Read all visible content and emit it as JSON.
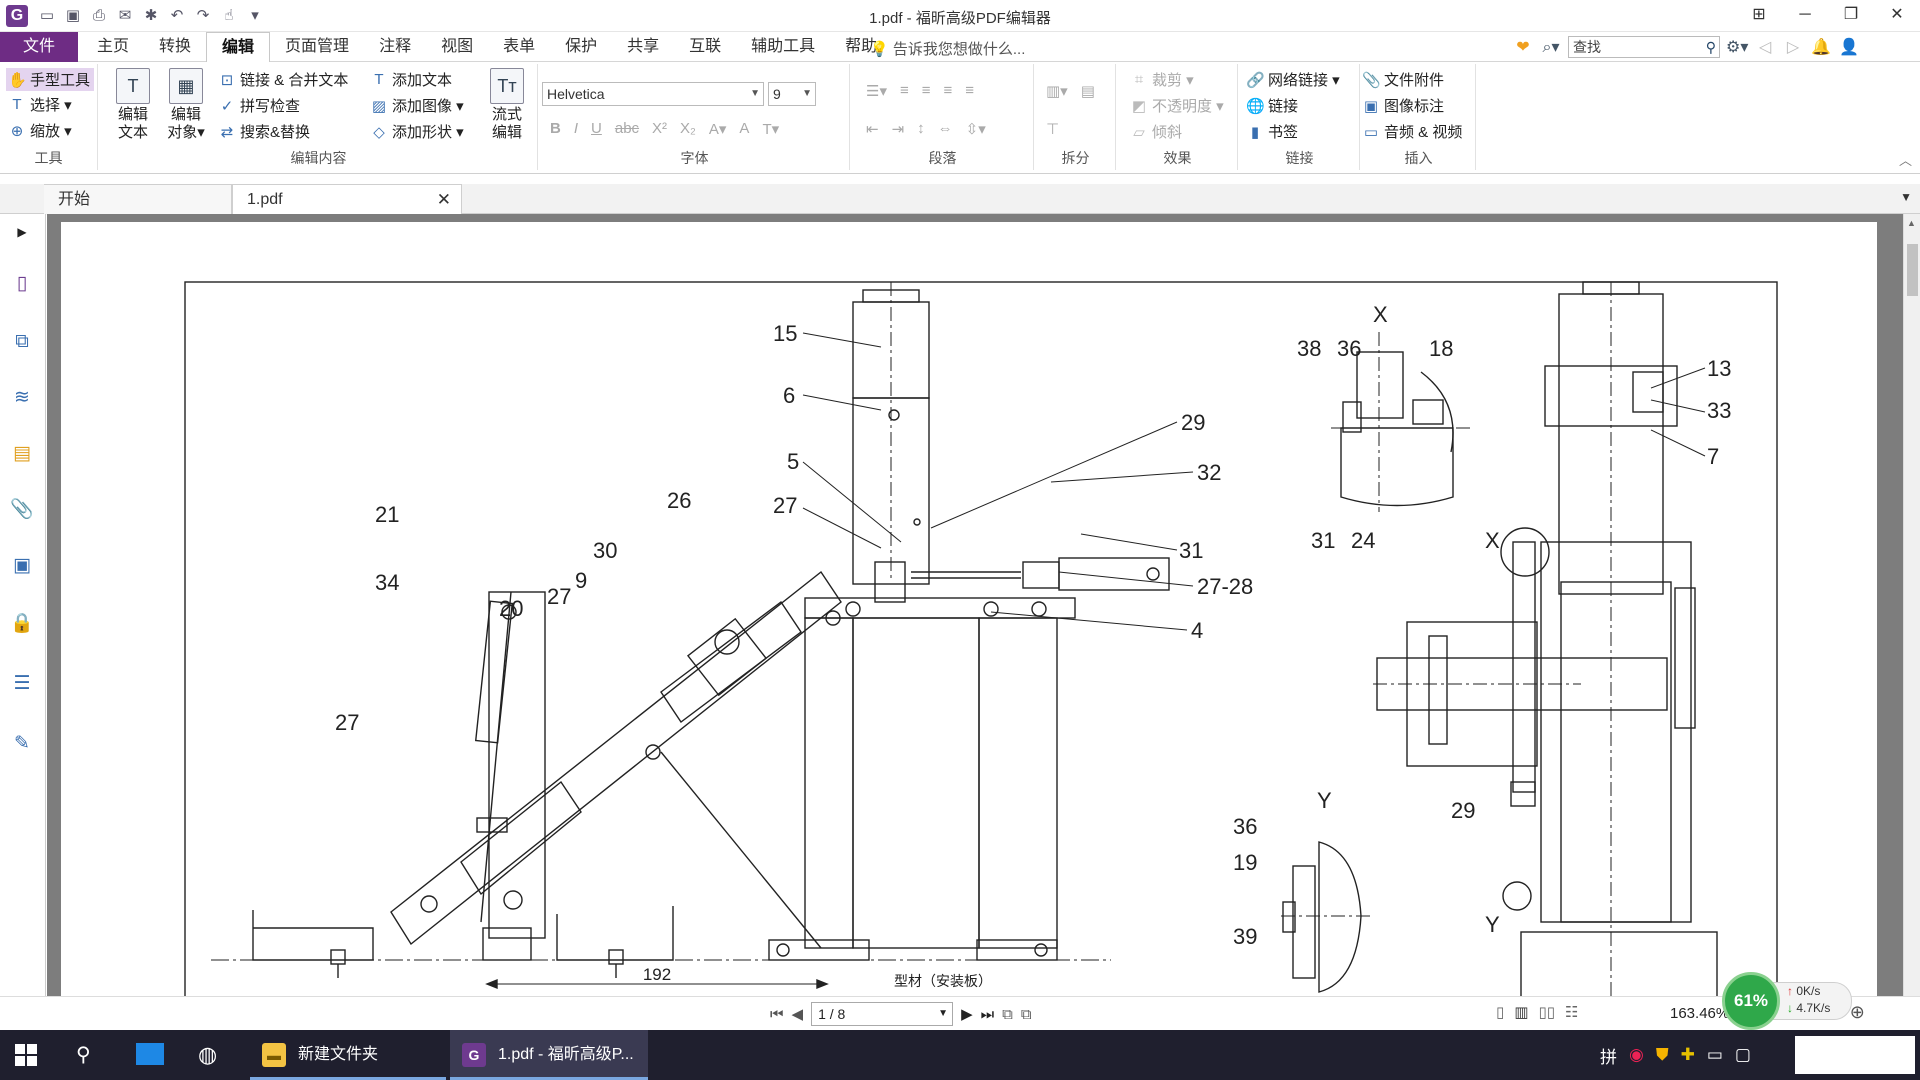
{
  "window": {
    "title": "1.pdf - 福昕高级PDF编辑器"
  },
  "quick_access": [
    "open-icon",
    "save-icon",
    "print-icon",
    "email-icon",
    "new-icon",
    "undo-icon",
    "redo-icon",
    "hand-icon"
  ],
  "menubar": {
    "file": "文件",
    "items": [
      "主页",
      "转换",
      "编辑",
      "页面管理",
      "注释",
      "视图",
      "表单",
      "保护",
      "共享",
      "互联",
      "辅助工具",
      "帮助"
    ],
    "active": "编辑",
    "tellme": "告诉我您想做什么...",
    "search_placeholder": "查找"
  },
  "ribbon": {
    "tools": {
      "label": "工具",
      "hand": "手型工具",
      "select": "选择",
      "zoom": "缩放"
    },
    "edit_content": {
      "label": "编辑内容",
      "edit_text": [
        "编辑",
        "文本"
      ],
      "edit_object": [
        "编辑",
        "对象"
      ],
      "link_merge": "链接 & 合并文本",
      "spell": "拼写检查",
      "search_replace": "搜索&替换",
      "add_text": "添加文本",
      "add_image": "添加图像",
      "add_shape": "添加形状",
      "flow_edit": [
        "流式",
        "编辑"
      ]
    },
    "font": {
      "label": "字体",
      "family": "Helvetica",
      "size": "9"
    },
    "paragraph": {
      "label": "段落"
    },
    "split": {
      "label": "拆分"
    },
    "effects": {
      "label": "效果",
      "crop": "裁剪",
      "opacity": "不透明度",
      "skew": "倾斜"
    },
    "links": {
      "label": "链接",
      "web_link": "网络链接",
      "link": "链接",
      "bookmark": "书签"
    },
    "insert": {
      "label": "插入",
      "attachment": "文件附件",
      "image_annot": "图像标注",
      "av": "音频 & 视频"
    }
  },
  "tabs": [
    {
      "label": "开始"
    },
    {
      "label": "1.pdf"
    }
  ],
  "drawing": {
    "callouts": [
      "15",
      "6",
      "5",
      "27",
      "29",
      "32",
      "31",
      "27-28",
      "4",
      "26",
      "21",
      "34",
      "20",
      "27",
      "9",
      "30",
      "27",
      "X",
      "38",
      "36",
      "18",
      "13",
      "33",
      "7",
      "31",
      "24",
      "X",
      "29",
      "Y",
      "36",
      "19",
      "39",
      "Y"
    ],
    "dimension": "192",
    "material_note": "型材（安装板）"
  },
  "status": {
    "page": "1 / 8",
    "zoom": "163.46%"
  },
  "net_monitor": {
    "percent": "61%",
    "up": "0K/s",
    "down": "4.7K/s"
  },
  "taskbar": {
    "folder": "新建文件夹",
    "app": "1.pdf - 福昕高级P...",
    "ime": "拼"
  }
}
